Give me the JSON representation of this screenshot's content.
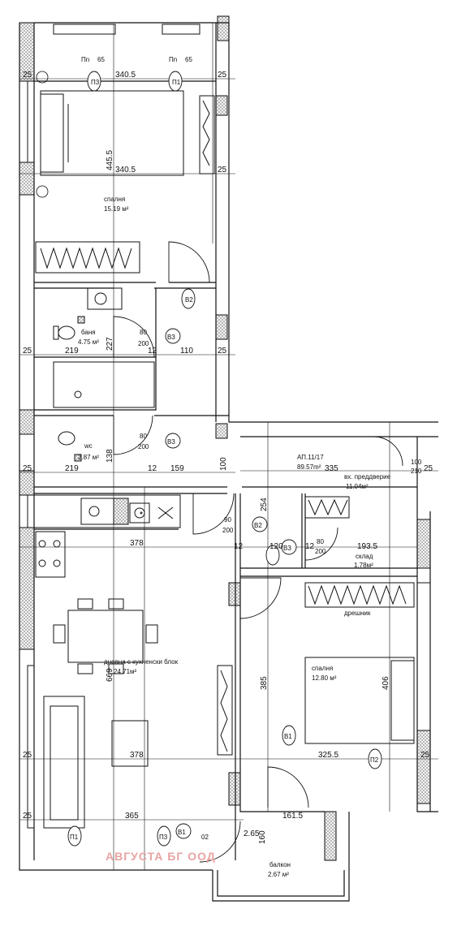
{
  "rooms": {
    "bedroom1": {
      "name": "спалня",
      "area": "15.19 м²"
    },
    "bath": {
      "name": "баня",
      "area": "4.75 м²"
    },
    "wc": {
      "name": "wc",
      "area": "2.87 м²"
    },
    "living": {
      "name": "дневна с кухненски блок",
      "area": "24.71м²"
    },
    "apartment": {
      "name": "АП.11/17",
      "area": "89.57m²"
    },
    "hall": {
      "name": "вх. преддверие",
      "area": "11.04м²"
    },
    "storage": {
      "name": "склад",
      "area": "1.78м²"
    },
    "wardrobe": {
      "name": "дрешник"
    },
    "bedroom2": {
      "name": "спалня",
      "area": "12.80 м²"
    },
    "balcony": {
      "name": "балкон",
      "area": "2.67 м²"
    }
  },
  "dimensions": {
    "d340a": "340.5",
    "d340b": "340.5",
    "d4455": "445.5",
    "d219a": "219",
    "d110": "110",
    "d219b": "219",
    "d159": "159",
    "d378a": "378",
    "d378b": "378",
    "d669": "669",
    "d385": "385",
    "d254": "254",
    "d100": "100",
    "d335": "335",
    "d1935": "193.5",
    "d120": "120",
    "d406": "406",
    "d3255": "325.5",
    "d365": "365",
    "d227": "227",
    "d138": "138",
    "d1615": "161.5",
    "d265": "2.65",
    "d25": "25",
    "d12": "12",
    "d160": "160"
  },
  "tags": {
    "p3": "П3",
    "p1": "П1",
    "p2": "П2",
    "b1": "В1",
    "b2": "В2",
    "b3": "В3",
    "pn": "Пn",
    "v65": "65",
    "v02": "02",
    "door80": "80",
    "door200": "200",
    "door90": "90",
    "win100": "100",
    "win210": "210"
  },
  "watermark": "АВГУСТА БГ ООД",
  "colors": {
    "line": "#111111",
    "hatch": "#9a9a9a",
    "watermark": "#e9a3a3"
  }
}
